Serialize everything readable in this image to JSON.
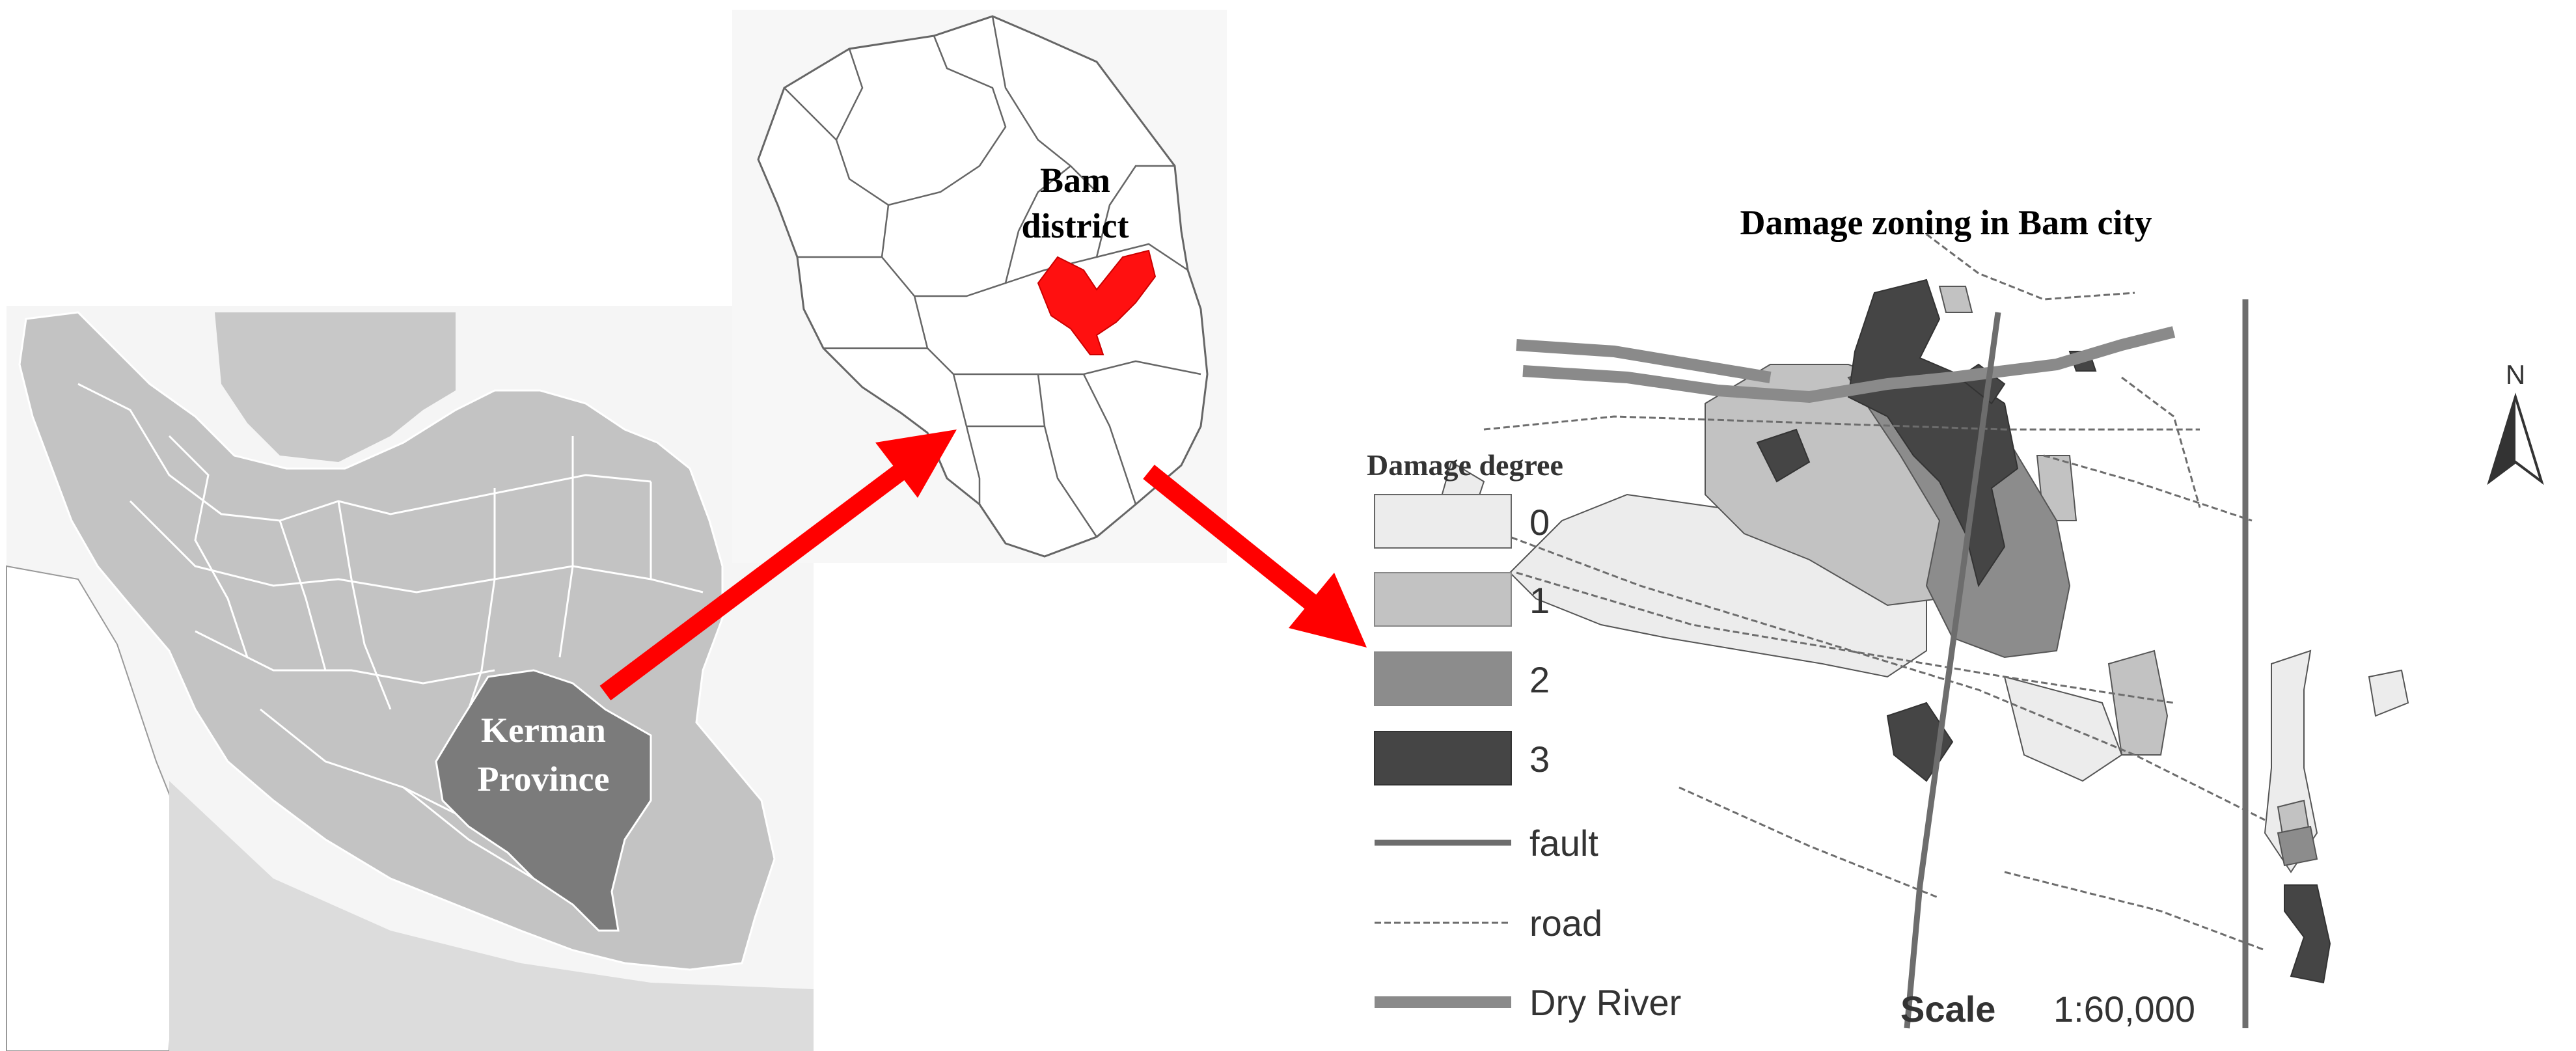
{
  "iran_map": {
    "label_line1": "Kerman",
    "label_line2": "Province"
  },
  "province_map": {
    "label_line1": "Bam",
    "label_line2": "district"
  },
  "city_map": {
    "title": "Damage zoning in Bam city",
    "legend_title": "Damage degree",
    "legend_items": [
      {
        "label": "0",
        "color": "#ececec"
      },
      {
        "label": "1",
        "color": "#c2c2c2"
      },
      {
        "label": "2",
        "color": "#8c8c8c"
      },
      {
        "label": "3",
        "color": "#454545"
      }
    ],
    "line_items": [
      {
        "label": "fault",
        "color": "#6d6d6d"
      },
      {
        "label": "road",
        "color": "#6d6d6d"
      },
      {
        "label": "Dry River",
        "color": "#8a8a8a"
      }
    ],
    "scale_label": "Scale",
    "scale_value": "1:60,000",
    "north_label": "N"
  },
  "colors": {
    "arrow": "#ff0000",
    "highlight": "#ff1010"
  }
}
